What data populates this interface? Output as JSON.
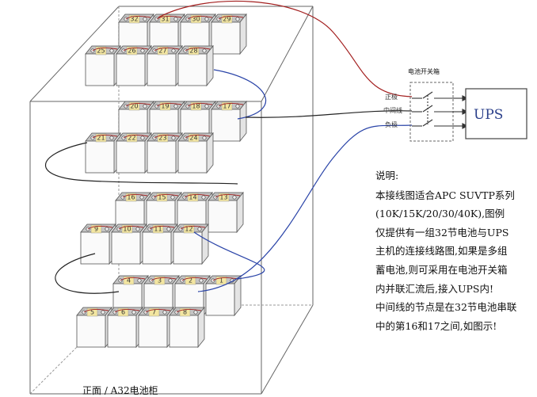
{
  "switch_box": {
    "title": "电池开关箱",
    "terminals": [
      "正极",
      "中间线",
      "负极"
    ]
  },
  "ups": {
    "label": "UPS"
  },
  "cabinet": {
    "label": "正面 / A32电池柜"
  },
  "notes": {
    "title": "说明:",
    "lines": [
      "本接线图适合APC SUVTP系列",
      "(10K/15K/20/30/40K),图例",
      "仅提供有一组32节电池与UPS",
      "主机的连接线路图,如果是多组",
      "蓄电池,则可采用在电池开关箱",
      "内并联汇流后,接入UPS内!",
      "中间线的节点是在32节电池串联",
      "中的第16和17之间,如图示!"
    ]
  },
  "batteries": {
    "tier1_back": [
      "32",
      "31",
      "30",
      "29"
    ],
    "tier1_front": [
      "25",
      "26",
      "27",
      "28"
    ],
    "tier2_back": [
      "20",
      "19",
      "18",
      "17"
    ],
    "tier2_front": [
      "21",
      "22",
      "23",
      "24"
    ],
    "tier3_back": [
      "16",
      "15",
      "14",
      "13"
    ],
    "tier3_front": [
      "9",
      "10",
      "11",
      "12"
    ],
    "tier4_back": [
      "4",
      "3",
      "2",
      "1"
    ],
    "tier4_front": [
      "5",
      "6",
      "7",
      "8"
    ]
  },
  "colors": {
    "positive_wire": "#a31f1f",
    "negative_wire": "#2a44a8",
    "neutral_wire": "#222222",
    "battery_top": "#c4c4c4",
    "label_bg": "#f3e6a1",
    "ups_text": "#2a3f8a"
  }
}
